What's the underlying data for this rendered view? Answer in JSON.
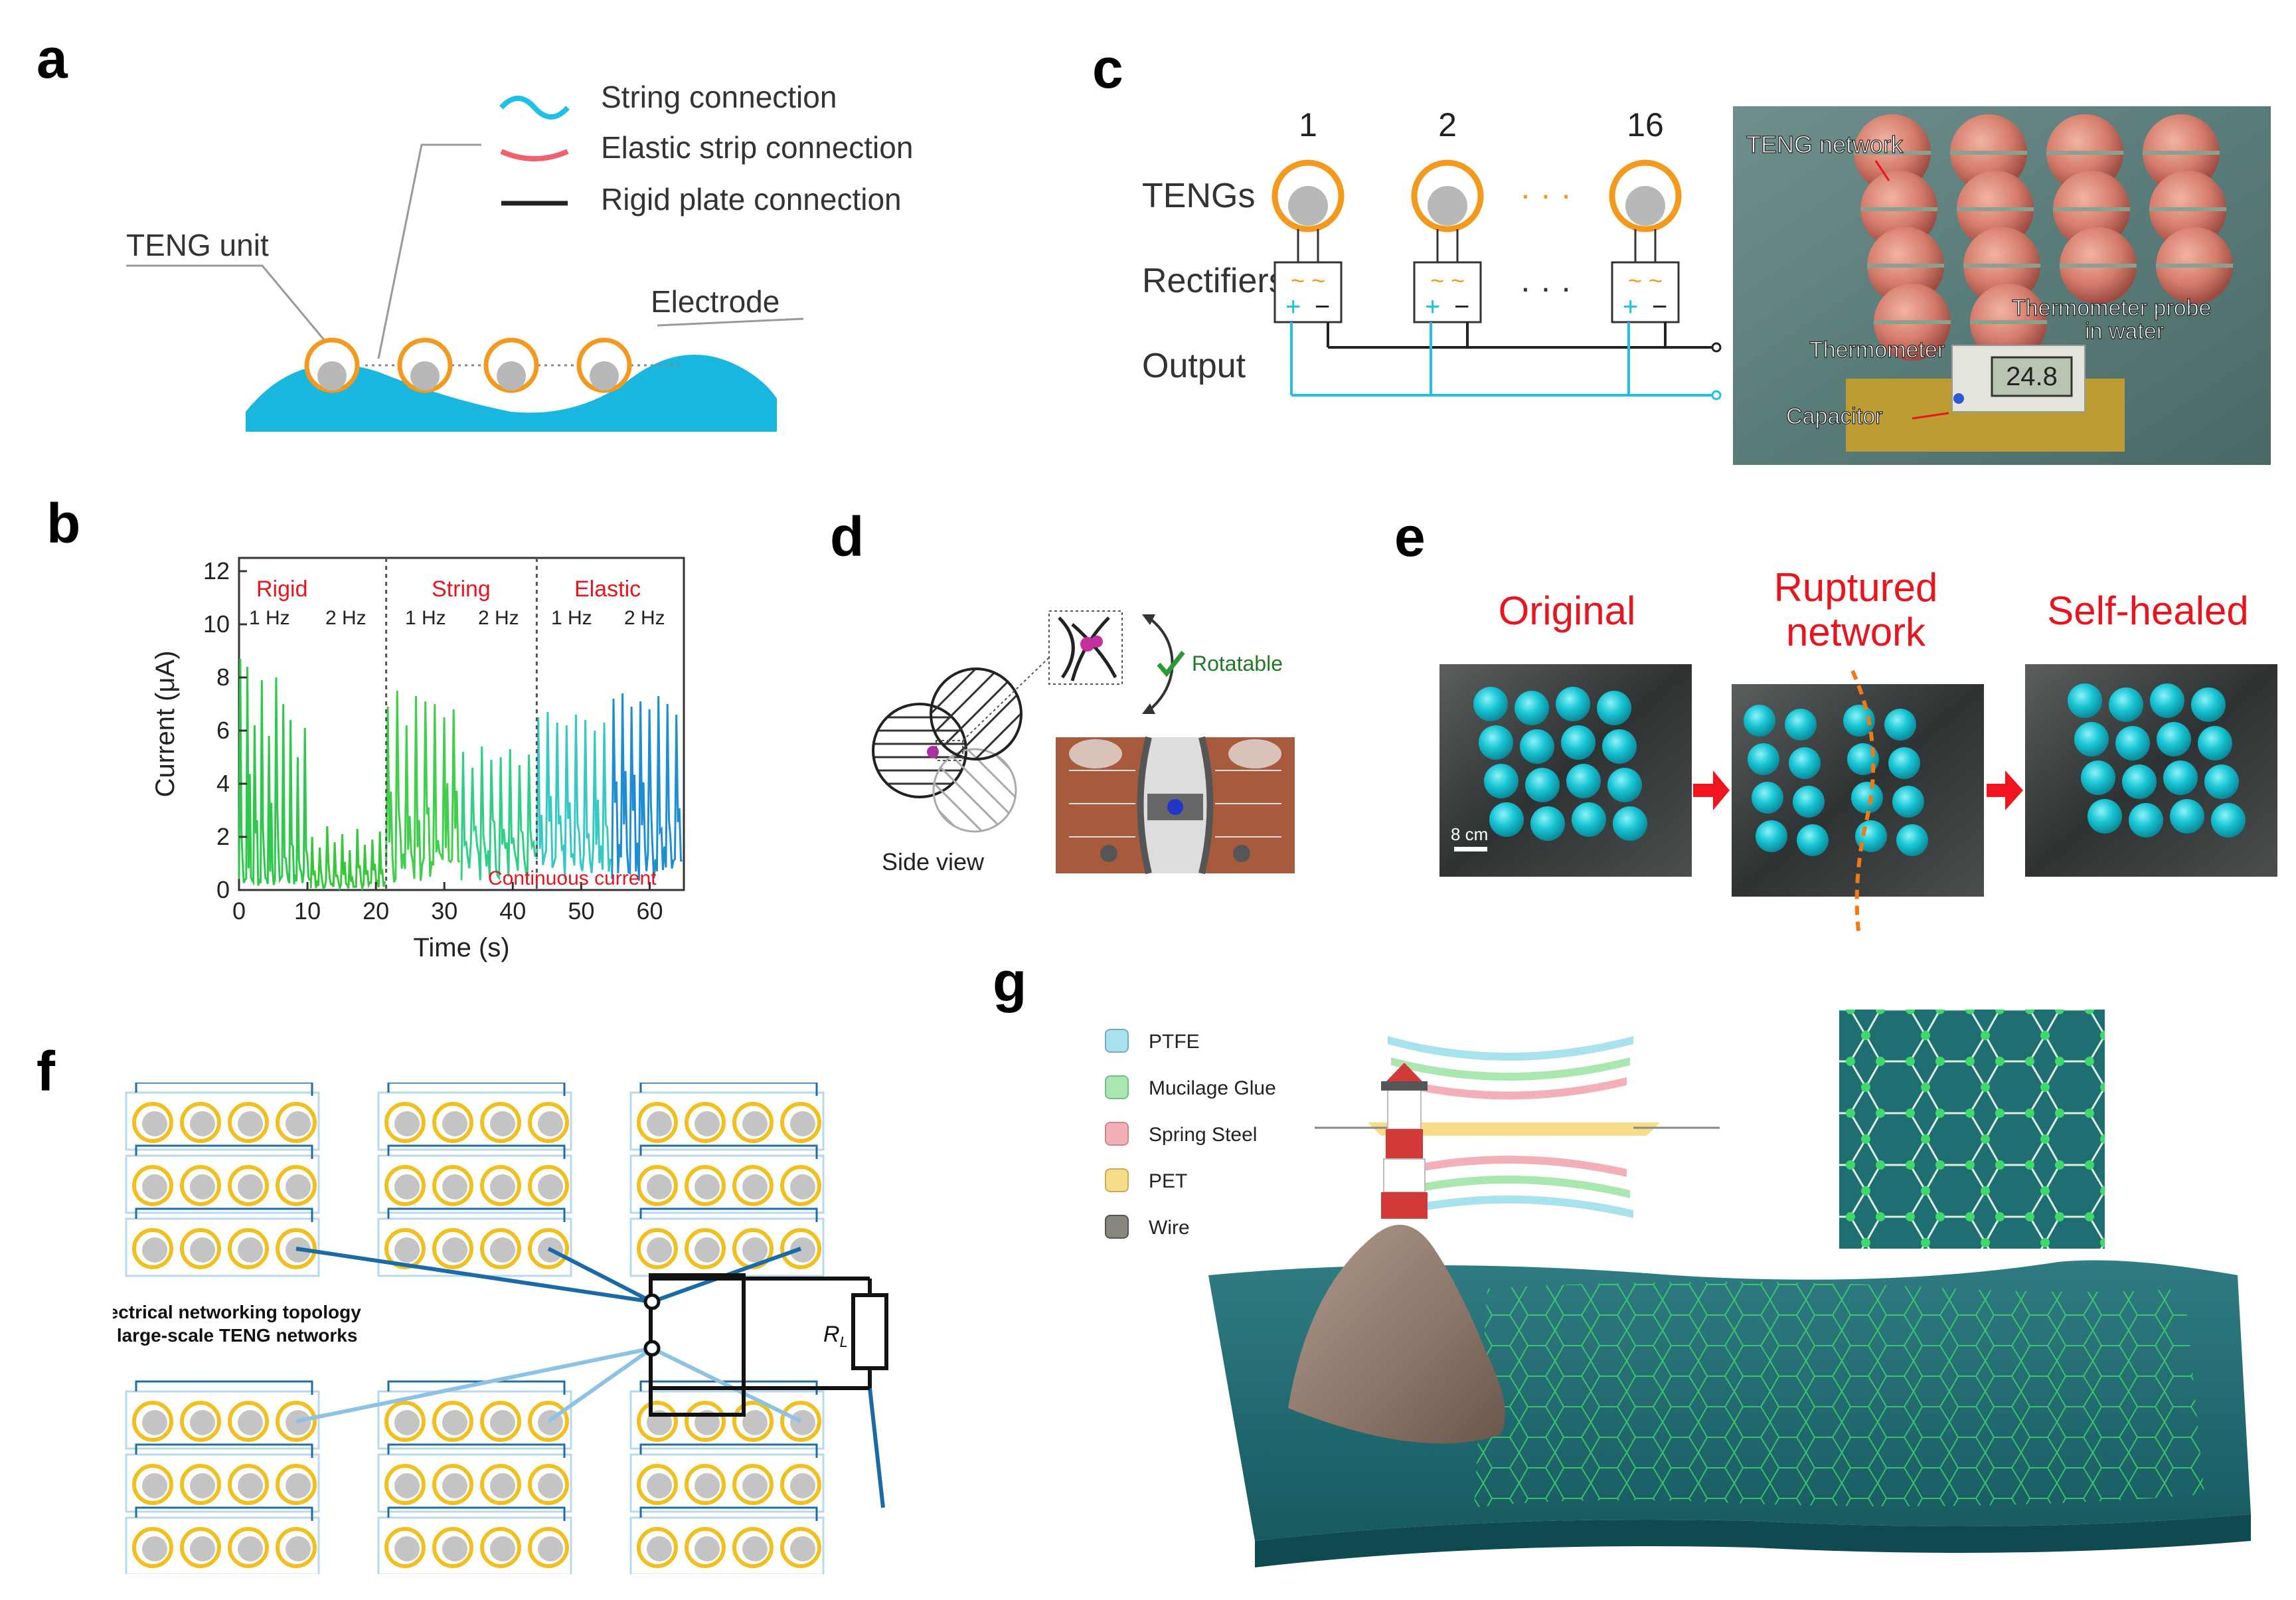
{
  "panels": {
    "a": {
      "label": "a",
      "legend": [
        {
          "text": "String connection",
          "color": "#1ec0e8"
        },
        {
          "text": "Elastic strip connection",
          "color": "#f0606e"
        },
        {
          "text": "Rigid plate connection",
          "color": "#222222"
        }
      ],
      "teng_unit": "TENG unit",
      "electrode": "Electrode"
    },
    "b": {
      "label": "b",
      "groups": [
        {
          "name": "Rigid",
          "f1": "1 Hz",
          "f2": "2 Hz"
        },
        {
          "name": "String",
          "f1": "1 Hz",
          "f2": "2 Hz"
        },
        {
          "name": "Elastic",
          "f1": "1 Hz",
          "f2": "2 Hz"
        }
      ],
      "annotation": "Continuous current"
    },
    "c": {
      "label": "c",
      "numbers": [
        "1",
        "2",
        "16"
      ],
      "row_labels": {
        "tengs": "TENGs",
        "rectifiers": "Rectifiers",
        "output": "Output"
      },
      "rect_symbols": {
        "ac": "~ ~",
        "plus": "+",
        "minus": "−"
      },
      "dots": "· · ·",
      "photo_labels": {
        "network": "TENG network",
        "probe_line1": "Thermometer probe",
        "probe_line2": "in water",
        "thermometer": "Thermometer",
        "capacitor": "Capacitor",
        "display": "24.8"
      }
    },
    "d": {
      "label": "d",
      "rotatable": "Rotatable",
      "side_view": "Side view"
    },
    "e": {
      "label": "e",
      "captions": [
        "Original",
        "Ruptured\nnetwork",
        "Self-healed"
      ],
      "scale": "8 cm"
    },
    "f": {
      "label": "f",
      "caption_line1": "Electrical networking topology",
      "caption_line2": "of large-scale TENG networks",
      "load_main": "R",
      "load_sub": "L"
    },
    "g": {
      "label": "g",
      "legend": [
        {
          "text": "PTFE",
          "color": "#a8e2ec"
        },
        {
          "text": "Mucilage Glue",
          "color": "#a9e6b0"
        },
        {
          "text": "Spring Steel",
          "color": "#f3b0b8"
        },
        {
          "text": "PET",
          "color": "#f7dc8a"
        },
        {
          "text": "Wire",
          "color": "#8a8680"
        }
      ]
    }
  },
  "chart_data": {
    "type": "line",
    "title": "",
    "xlabel": "Time (s)",
    "ylabel": "Current (μA)",
    "xlim": [
      0,
      65
    ],
    "ylim": [
      0,
      12.5
    ],
    "xticks": [
      0,
      10,
      20,
      30,
      40,
      50,
      60
    ],
    "yticks": [
      0,
      2,
      4,
      6,
      8,
      10,
      12
    ],
    "dividers": [
      21.5,
      43.5
    ],
    "series": [
      {
        "color": "#2ec84a",
        "x_range": [
          0,
          10.5
        ],
        "peaks": [
          8.7,
          8.4,
          6.2,
          7.9,
          5.8,
          8.0,
          7.0,
          6.4,
          5.0,
          6.1
        ],
        "baseline": 0.6
      },
      {
        "color": "#36c83a",
        "x_range": [
          10.5,
          21.5
        ],
        "peaks": [
          2.0,
          1.6,
          2.4,
          1.8,
          2.1,
          1.5,
          2.3,
          1.7,
          1.9,
          2.2
        ],
        "baseline": 0.3
      },
      {
        "color": "#3fcf4a",
        "x_range": [
          21.5,
          32.5
        ],
        "peaks": [
          6.9,
          7.5,
          6.2,
          7.3,
          7.1,
          7.0,
          6.5,
          6.8
        ],
        "baseline": 1.2
      },
      {
        "color": "#2fcf86",
        "x_range": [
          32.5,
          43.5
        ],
        "peaks": [
          5.2,
          4.6,
          5.4,
          4.9,
          5.0,
          5.3,
          4.7,
          5.1
        ],
        "baseline": 1.5
      },
      {
        "color": "#35c9c6",
        "x_range": [
          43.5,
          54.5
        ],
        "peaks": [
          6.5,
          6.7,
          6.3,
          6.2,
          6.6,
          6.4,
          6.0,
          6.3
        ],
        "baseline": 1.5
      },
      {
        "color": "#1e8ed2",
        "x_range": [
          54.5,
          65
        ],
        "peaks": [
          7.2,
          7.4,
          6.9,
          7.1,
          6.8,
          7.3,
          7.0,
          6.6
        ],
        "baseline": 1.5
      }
    ]
  }
}
